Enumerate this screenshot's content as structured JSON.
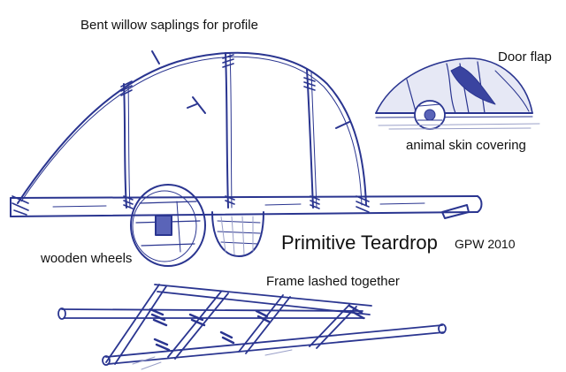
{
  "labels": {
    "bent_willow": "Bent willow saplings for profile",
    "door_flap": "Door flap",
    "animal_skin": "animal skin covering",
    "title": "Primitive Teardrop",
    "credit": "GPW 2010",
    "wooden_wheels": "wooden wheels",
    "frame_lashed": "Frame lashed together"
  },
  "colors": {
    "ink": "#2a3590",
    "ink_light": "#5a64b8",
    "shade": "#9aa0c8"
  }
}
